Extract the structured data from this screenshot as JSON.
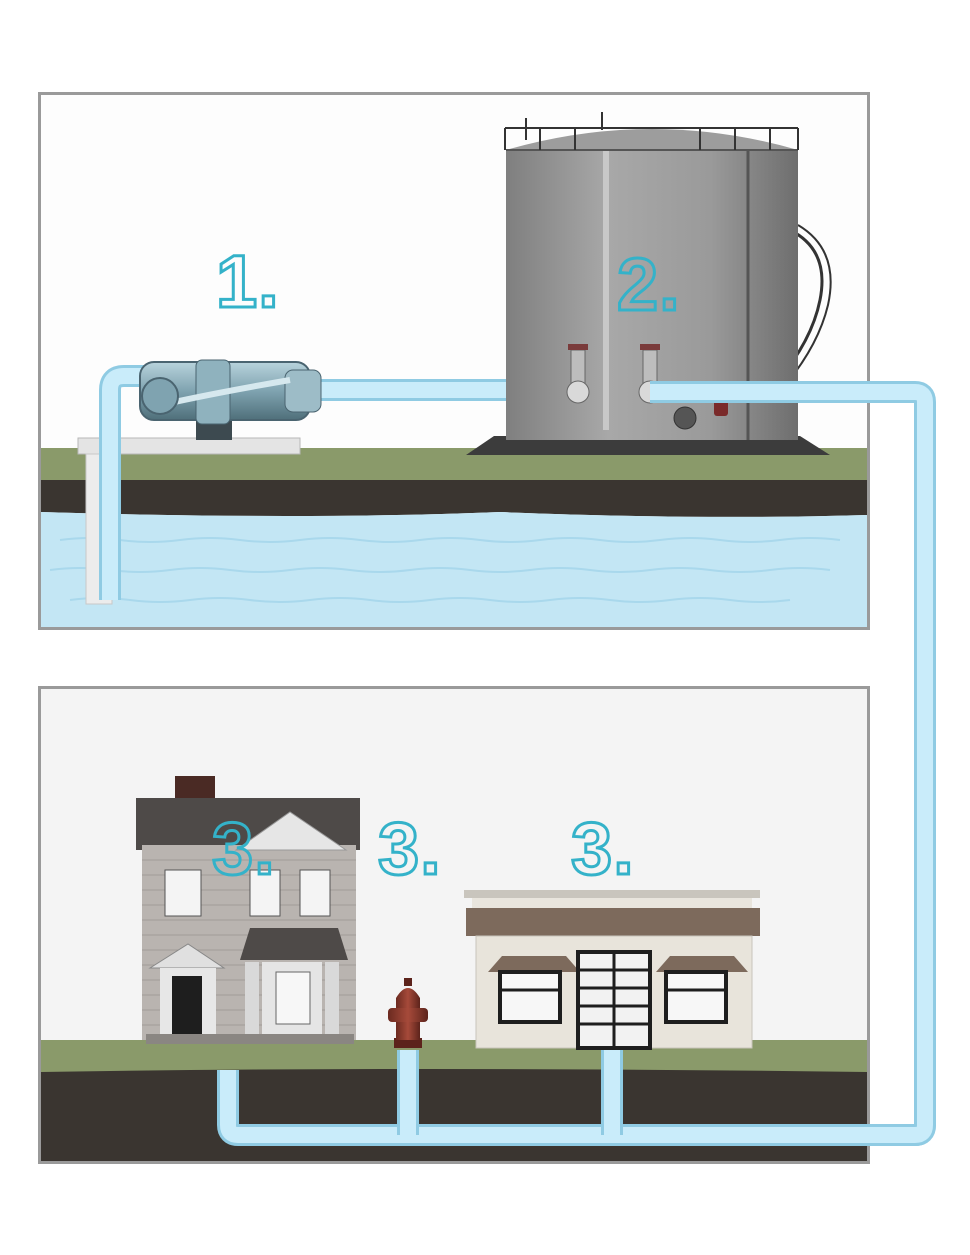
{
  "steps": {
    "pump": "1.",
    "storage_tank": "2.",
    "house": "3.",
    "hydrant": "3.",
    "business": "3."
  },
  "colors": {
    "water": "#bfe6f6",
    "pipe": "#bfe6f6",
    "pipe_outline": "#8fcbe3",
    "grass": "#8a9a6a",
    "soil": "#3a3530",
    "label_outline": "#34b2c9",
    "tank": "#8e8e8e",
    "hydrant": "#8c3b2e"
  },
  "icons": [
    "pump-icon",
    "storage-tank-icon",
    "house-icon",
    "fire-hydrant-icon",
    "business-building-icon"
  ]
}
